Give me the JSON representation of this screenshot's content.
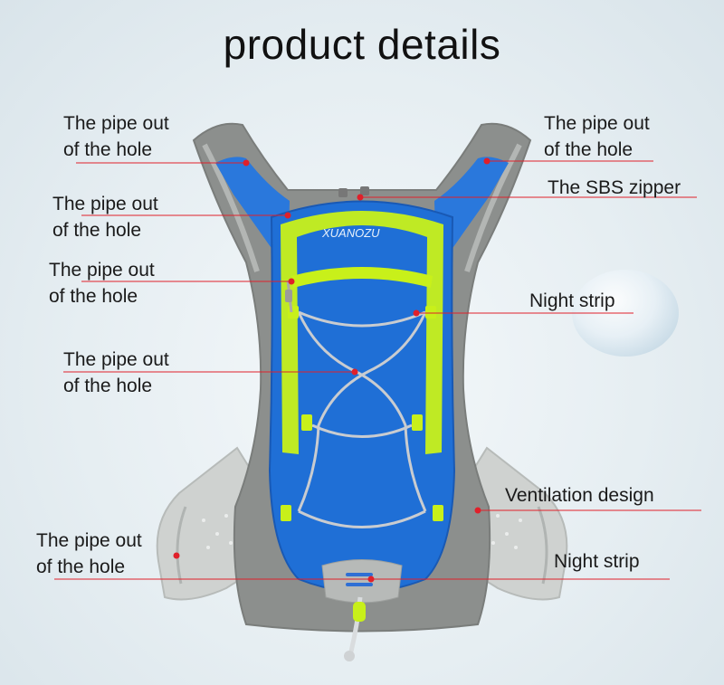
{
  "title": "product details",
  "labels": [
    {
      "id": "pipe-1",
      "lines": [
        "The pipe out",
        "of the hole"
      ]
    },
    {
      "id": "pipe-2",
      "lines": [
        "The pipe out",
        "of the hole"
      ]
    },
    {
      "id": "pipe-3",
      "lines": [
        "The pipe out",
        "of the hole"
      ]
    },
    {
      "id": "pipe-4",
      "lines": [
        "The pipe out",
        "of the hole"
      ]
    },
    {
      "id": "pipe-5",
      "lines": [
        "The pipe out",
        "of the hole"
      ]
    },
    {
      "id": "pipe-6",
      "lines": [
        "The pipe out",
        "of the hole"
      ]
    },
    {
      "id": "sbs-zipper",
      "lines": [
        "The SBS zipper"
      ]
    },
    {
      "id": "night-strip-1",
      "lines": [
        "Night strip"
      ]
    },
    {
      "id": "ventilation",
      "lines": [
        "Ventilation design"
      ]
    },
    {
      "id": "night-strip-2",
      "lines": [
        "Night strip"
      ]
    }
  ],
  "colors": {
    "bag_blue": "#1f6fd6",
    "reflective_green": "#c8f01a",
    "frame_gray": "#8c8f8d",
    "strap_light": "#cfd2d0",
    "leader_red": "#e0202a"
  }
}
